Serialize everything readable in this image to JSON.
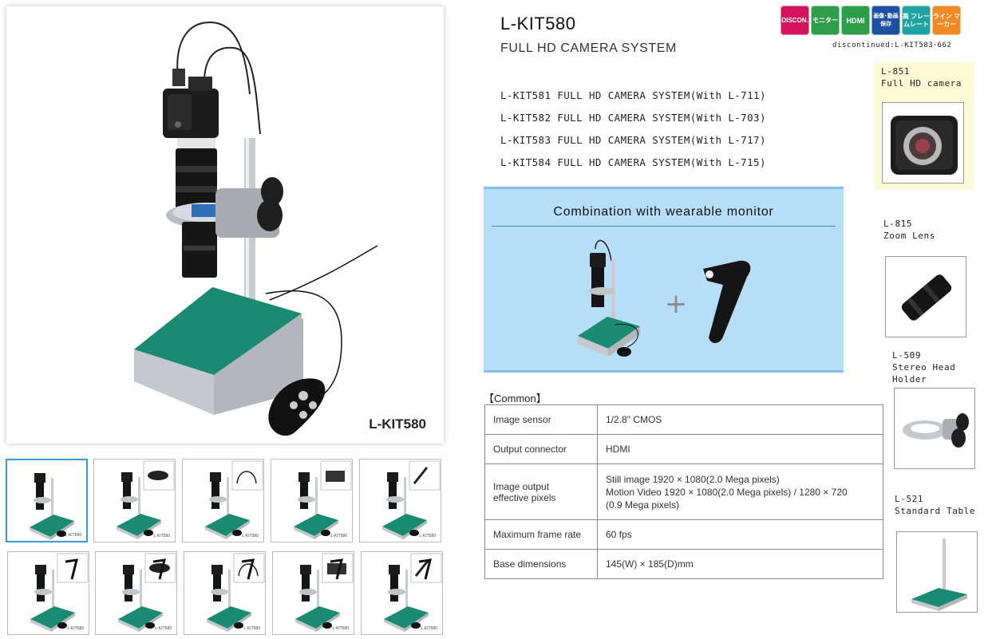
{
  "product": {
    "title": "L-KIT580",
    "subtitle": "FULL HD CAMERA SYSTEM",
    "main_caption": "L-KIT580",
    "discontinued": "discontinued:L-KIT583･662"
  },
  "feature_icons": [
    {
      "label": "DISCON.",
      "icon": "discontinued-badge-icon",
      "color": "#d4145a"
    },
    {
      "label": "モニター",
      "icon": "monitor-icon",
      "color": "#2e9e4a"
    },
    {
      "label": "HDMI",
      "icon": "hdmi-icon",
      "color": "#2e9e4a"
    },
    {
      "label": "画像･動画保存",
      "icon": "save-arrow-icon",
      "color": "#1d4fa3"
    },
    {
      "label": "高 フレームレート",
      "icon": "high-frame-rate-icon",
      "color": "#1fa3a0"
    },
    {
      "label": "ライン マーカー",
      "icon": "line-marker-icon",
      "color": "#f08a24"
    }
  ],
  "models": [
    "L-KIT581 FULL HD CAMERA SYSTEM(With L-711)",
    "L-KIT582 FULL HD CAMERA SYSTEM(With L-703)",
    "L-KIT583 FULL HD CAMERA SYSTEM(With L-717)",
    "L-KIT584 FULL HD CAMERA SYSTEM(With L-715)"
  ],
  "wearable": {
    "title": "Combination with wearable monitor",
    "plus": "+"
  },
  "spec": {
    "section_label": "【Common】",
    "rows": [
      {
        "key": "Image sensor",
        "value": "1/2.8\" CMOS"
      },
      {
        "key": "Output connector",
        "value": "HDMI"
      },
      {
        "key": "Image output effective pixels",
        "value": "Still image 1920 × 1080(2.0 Mega pixels) Motion Video 1920 × 1080(2.0 Mega pixels) / 1280 × 720 (0.9 Mega pixels)"
      },
      {
        "key": "Maximum frame rate",
        "value": "60 fps"
      },
      {
        "key": "Base dimensions",
        "value": "145(W) × 185(D)mm"
      }
    ],
    "image_output_lines": [
      "Still image 1920 × 1080(2.0 Mega pixels)",
      "Motion Video 1920 × 1080(2.0 Mega pixels) / 1280 × 720",
      "(0.9 Mega pixels)"
    ],
    "image_output_key_lines": [
      "Image output",
      "effective pixels"
    ]
  },
  "parts": [
    {
      "code": "L-851",
      "name": "Full HD camera"
    },
    {
      "code": "L-815",
      "name": "Zoom Lens"
    },
    {
      "code": "L-509",
      "name": "Stereo Head",
      "name2": "Holder"
    },
    {
      "code": "L-521",
      "name": "Standard Table"
    }
  ],
  "thumbnails": {
    "count": 10,
    "selected_index": 0,
    "caption": "L-KIT580",
    "accessories": [
      "none",
      "ring-light",
      "gooseneck-light",
      "stage-plate",
      "arm-light",
      "wearable-monitor",
      "ring-light-wearable",
      "gooseneck-wearable",
      "stage-wearable",
      "arm-wearable"
    ]
  }
}
